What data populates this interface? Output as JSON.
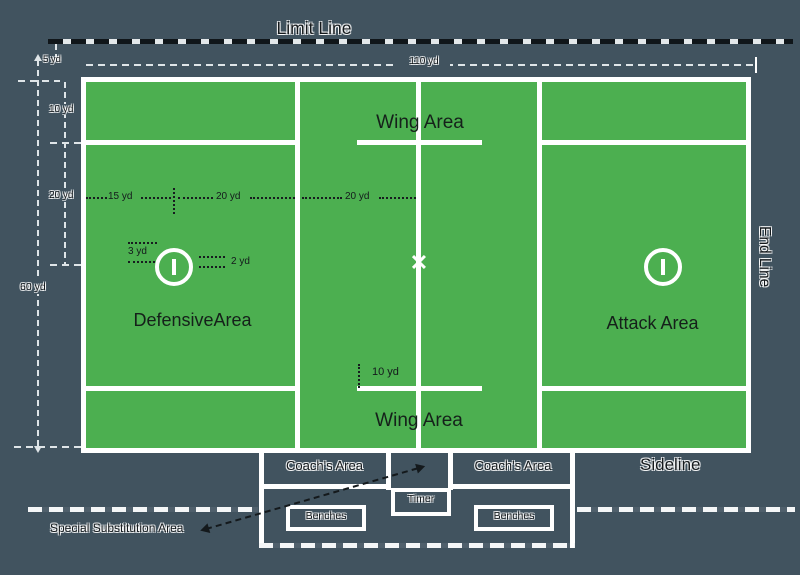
{
  "colors": {
    "background": "#41535f",
    "field_green": "#4caf50",
    "line_white": "#ffffff",
    "text_dark": "#14191c"
  },
  "top": {
    "limit_line": "Limit Line",
    "length_dim": "110 yd",
    "offset_dim": "5 yd"
  },
  "left": {
    "width_dim": "60 yd",
    "top_zone_dim": "10 yd",
    "mid_zone_dim": "20 yd"
  },
  "field": {
    "wing_top": "Wing Area",
    "wing_bottom": "Wing Area",
    "defensive": "DefensiveArea",
    "attack": "Attack Area",
    "dim_15": "15 yd",
    "dim_20_a": "20 yd",
    "dim_20_b": "20 yd",
    "dim_3": "3 yd",
    "dim_2": "2 yd",
    "dim_10": "10 yd",
    "center_mark": "✕"
  },
  "bottom": {
    "coach_left": "Coach's Area",
    "coach_right": "Coach's Area",
    "timer": "Timer",
    "benches_left": "Benches",
    "benches_right": "Benches",
    "special_substitution": "Special Substitution Area",
    "sideline": "Sideline",
    "end_line": "End Line"
  }
}
